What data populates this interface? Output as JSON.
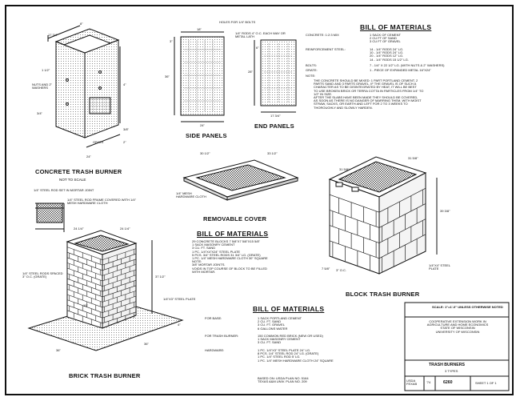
{
  "sheet": {
    "title_main": "TRASH BURNERS",
    "title_sub": "3 TYPES",
    "scale": "SCALE: 1\"=1'-0\" UNLESS OTHERWISE NOTED",
    "institution_lines": [
      "COOPERATIVE EXTENSION WORK IN",
      "AGRICULTURE AND HOME ECONOMICS",
      "STATE OF WISCONSIN",
      "UNIVERSITY OF WISCONSIN"
    ],
    "plan_code_label": "USDA FEXAB",
    "plan_code_year": "'74",
    "plan_number": "6260",
    "sheet_label": "SHEET 1 OF 1",
    "based_on": [
      "BASED ON: USDA PLAN NO. 5164",
      "TEXAS A&M UNIV. PLAN NO. 209"
    ]
  },
  "concrete_burner": {
    "title": "CONCRETE TRASH BURNER",
    "subtitle": "NOT TO SCALE",
    "labels": [
      "17 3/4\"",
      "8\"",
      "NUTS AND 2\" WASHERS",
      "GRATE",
      "24\"",
      "3/4\"",
      "1 1/2\"",
      "4\"",
      "2\"",
      "3/8\""
    ]
  },
  "side_panels": {
    "title": "SIDE PANELS",
    "note": "HOLES FOR 1/4\" BOLTS",
    "note2": "1/4\" RODS 4\" O.C. EACH WAY OR METAL LATH",
    "dims": [
      "18\"",
      "3\"",
      "36\"",
      "24\"",
      "6\"",
      "28\"",
      "17 3/4\""
    ]
  },
  "end_panels": {
    "title": "END PANELS"
  },
  "cover": {
    "title": "REMOVABLE COVER",
    "labels": [
      "30 1/2\"",
      "33 1/2\"",
      "1/4\" MESH HARDWARE CLOTH"
    ]
  },
  "mortar_note": {
    "lines": [
      "1/4\" STEEL ROD SET IN MORTAR JOINT",
      "1/4\" STEEL ROD FRAME COVERED WITH 1/4\" MESH HARDWARE CLOTH"
    ]
  },
  "bom_concrete": {
    "title": "BILL OF MATERIALS",
    "rows": [
      {
        "label": "CONCRETE: 1:2:3 MIX",
        "items": [
          "1 SACK OF CEMENT",
          "2 CU FT OF SAND",
          "3 CU FT OF GRAVEL"
        ]
      },
      {
        "label": "REINFORCEMENT STEEL:",
        "items": [
          "14 - 1/4\" RODS 24\" LG.",
          "10 - 1/4\" RODS 24\" LG.",
          "20 - 1/4\" RODS 12\" LG.",
          "14 - 1/4\" RODS 15 1/2\" LG."
        ]
      },
      {
        "label": "BOLTS:",
        "items": [
          "7 - 1/4\" X 22 1/2\" LG. (WITH NUTS & 2\" WASHERS)"
        ]
      },
      {
        "label": "GRATE:",
        "items": [
          "1 - PIECE OF EXPANDED METAL 16\"X24\""
        ]
      }
    ],
    "note_label": "NOTE:",
    "note": [
      "THE CONCRETE SHOULD BE MIXED: 1 PART PORTLAND CEMENT, 2",
      "PARTS SAND AND 3 PARTS GRAVEL. IF THE GRAVEL IS OF SUCH A",
      "CHARACTER AS TO BE DISINTEGRATED BY HEAT, IT WILL BE BEST",
      "TO USE BROKEN BRICK OR TERRA COTTA IN PARTICLES FROM 1/4\" TO",
      "1/2\" IN SIZE.",
      "AFTER THE SLABS HAVE BEEN MADE THEY SHOULD BE COVERED,",
      "AS SOON AS THERE IS NO DANGER OF MARRING THEM, WITH MOIST",
      "STRAW, SACKS, OR EARTH AND LEFT FOR 2 TO 3 WEEKS TO",
      "THOROUGHLY AND SLOWLY HARDEN."
    ]
  },
  "bom_block": {
    "title": "BILL OF MATERIALS",
    "items": [
      "29 CONCRETE BLOCKS 7 5/8\"X7 5/8\"X15 5/8\"",
      "1 SACK MASONRY CEMENT",
      "3 CU. FT. SAND",
      "1 PC. 1/4\"X4\"X24\" STEEL PLATE",
      "5 PCS. 3/4\" STEEL RODS 31 3/4\" LG. (GRATE)",
      "1 PC. 1/4\" MESH HARDWARE CLOTH 30\" SQUARE"
    ],
    "note_label": "NOTE:",
    "note": [
      "3/8\" MORTAR JOINTS.",
      "VOIDS IN TOP COURSE OF BLOCK TO BE FILLED",
      "WITH MORTAR."
    ]
  },
  "block_burner": {
    "title": "BLOCK TRASH BURNER",
    "labels": [
      "31 5/8\"",
      "31 5/8\"",
      "39 3/8\"",
      "7 5/8\"",
      "3\" O.C.",
      "1/4\"X4\" STEEL PLATE"
    ]
  },
  "brick_burner": {
    "title": "BRICK TRASH BURNER",
    "labels": [
      "24 1/4\"",
      "24 1/4\"",
      "37 1/2\"",
      "1/4\" STEEL RODS SPACED 3\" O.C. (GRATE)",
      "1/4\"X3\" STEEL PLATE",
      "36\"",
      "36\"",
      "10\"",
      "4\""
    ]
  },
  "bom_brick": {
    "title": "BILL OF MATERIALS",
    "rows": [
      {
        "label": "FOR BASE:",
        "items": [
          "1 SACK PORTLAND CEMENT",
          "2 CU. FT. SAND",
          "3 CU. FT. GRAVEL",
          "6 GALLONS WATER"
        ]
      },
      {
        "label": "FOR TRASH BURNER:",
        "items": [
          "150 COMMON RED BRICK (NEW OR USED)",
          "1 SACK MASONRY CEMENT",
          "3 CU. FT. SAND"
        ]
      },
      {
        "label": "HARDWARE:",
        "items": [
          "1 PC. 1/4\"X3\" STEEL PLATE 24\" LG.",
          "8 PCS. 1/4\" STEEL ROD 24\" LG. (GRATE)",
          "1 PC. 1/4\" STEEL ROD 5' LG.",
          "1 PC. 1/4\" MESH HARDWARE CLOTH 24\" SQUARE"
        ]
      }
    ]
  }
}
